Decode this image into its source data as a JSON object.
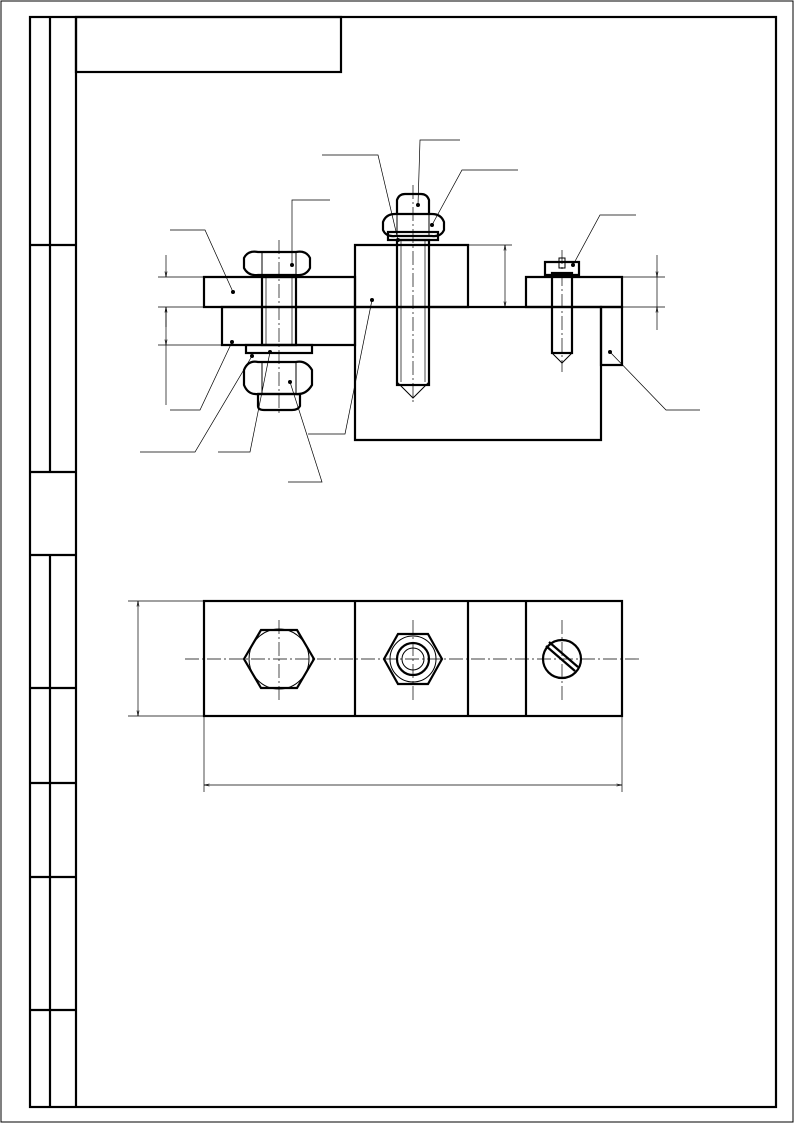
{
  "sheet": {
    "side_stamp_cells": 9,
    "title_block_text": ""
  },
  "drawing": {
    "views": [
      "section-view",
      "top-view"
    ],
    "fasteners": [
      "bolt-with-nut-and-washer",
      "stud-with-nut-and-washer",
      "screw"
    ],
    "leader_callouts": 12,
    "dimension_lines": 5,
    "colors": {
      "line": "#000000",
      "paper": "#ffffff"
    }
  }
}
